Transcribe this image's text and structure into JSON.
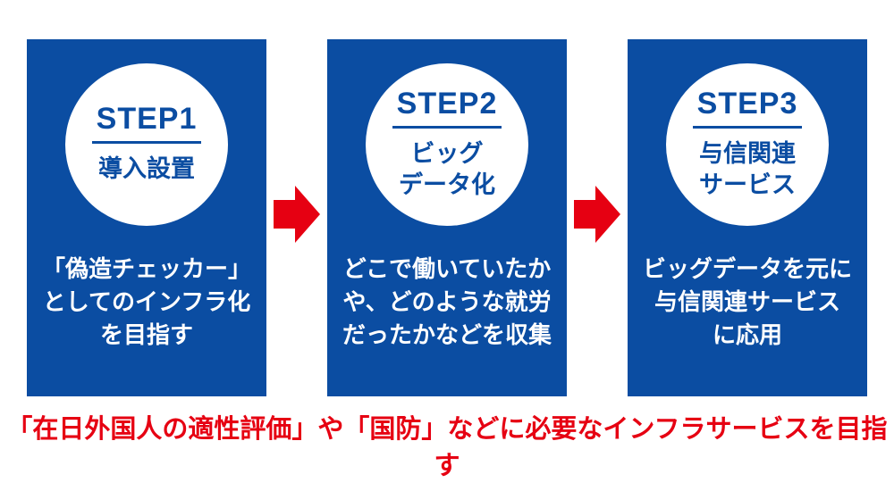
{
  "colors": {
    "box_blue": "#0b4da2",
    "accent_red": "#e60012",
    "text_white": "#ffffff",
    "background": "#ffffff"
  },
  "steps": [
    {
      "step_label": "STEP1",
      "circle_title": "導入設置",
      "description": "「偽造チェッカー」\nとしてのインフラ化\nを目指す"
    },
    {
      "step_label": "STEP2",
      "circle_title": "ビッグ\nデータ化",
      "description": "どこで働いていたか\nや、どのような就労\nだったかなどを収集"
    },
    {
      "step_label": "STEP3",
      "circle_title": "与信関連\nサービス",
      "description": "ビッグデータを元に\n与信関連サービス\nに応用"
    }
  ],
  "arrows": [
    {
      "icon": "right-arrow"
    },
    {
      "icon": "right-arrow"
    }
  ],
  "footer": {
    "text": "「在日外国人の適性評価」や「国防」などに必要なインフラサービスを目指す"
  }
}
